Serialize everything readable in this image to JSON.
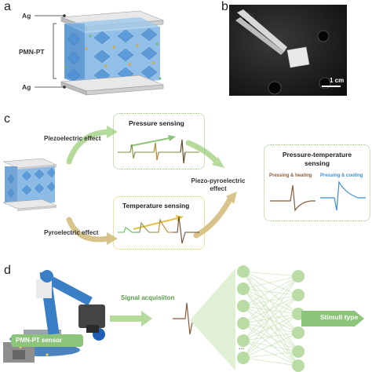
{
  "panels": {
    "a": "a",
    "b": "b",
    "c": "c",
    "d": "d"
  },
  "panel_a": {
    "top_electrode": "Ag",
    "middle_label": "PMN-PT",
    "bottom_electrode": "Ag"
  },
  "panel_b": {
    "scale_bar": "1 cm"
  },
  "panel_c": {
    "piezo_label": "Piezoelectric effect",
    "pyro_label": "Pyroelectric effect",
    "pressure_box_title": "Pressure sensing",
    "temperature_box_title": "Temperature sensing",
    "piezo_pyro_label_line1": "Piezo-pyroelectric",
    "piezo_pyro_label_line2": "effect",
    "combined_title_line1": "Pressure-temperature",
    "combined_title_line2": "sensing",
    "pressing_heating": "Pressing & heating",
    "pressing_cooling": "Pressing & cooling"
  },
  "panel_d": {
    "signal_label": "Signal acquisiiton",
    "sensor_label": "PMN-PT sensor",
    "stimuli_label": "Stimuli type",
    "ellipsis": "..."
  },
  "colors": {
    "green_box": "#8fc57a",
    "yellow_box": "#e3c24a",
    "heating_color": "#8a5a3a",
    "cooling_color": "#3a8fd0",
    "nn_node": "#b9dca4",
    "stimuli_fill": "#8cc47a"
  }
}
